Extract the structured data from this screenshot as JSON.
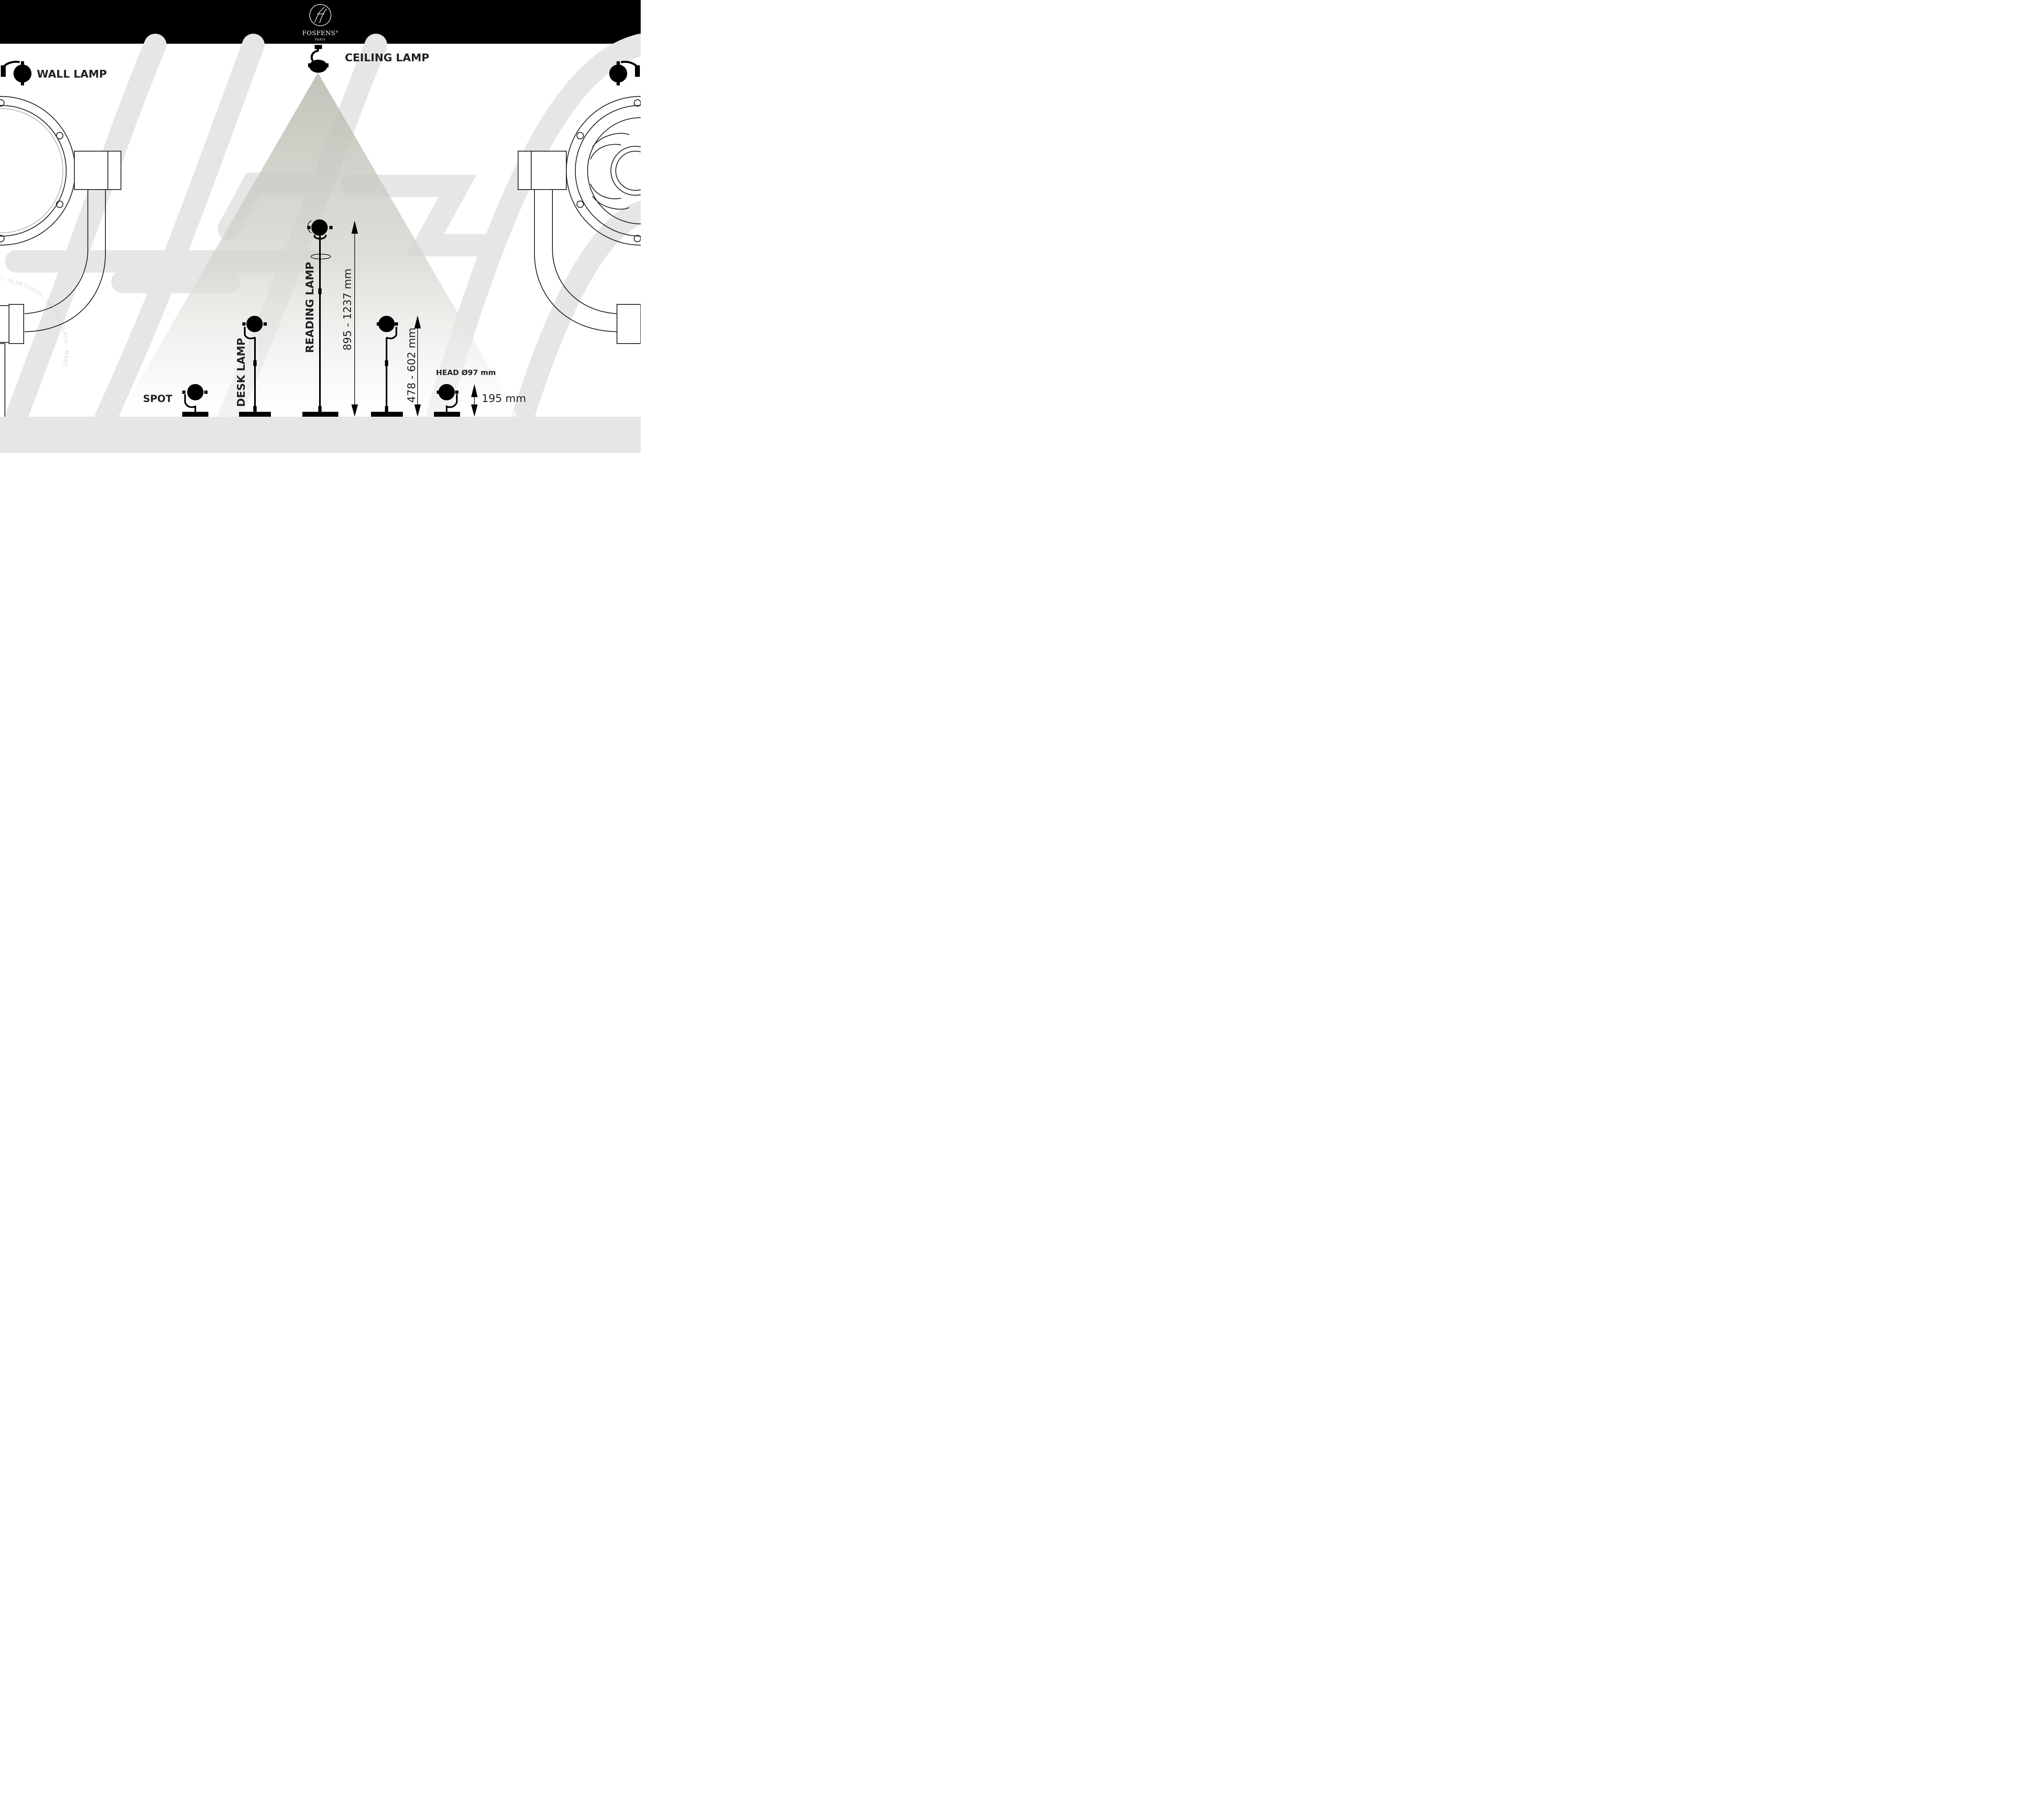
{
  "brand": {
    "name": "FOSFENS",
    "subtitle": "PARIS",
    "trademark": "®"
  },
  "labels": {
    "ceiling_lamp": "CEILING LAMP",
    "wall_lamp": "WALL LAMP",
    "reading_lamp": "READING LAMP",
    "desk_lamp": "DESK LAMP",
    "spot": "SPOT",
    "head": "HEAD Ø97 mm"
  },
  "dimensions": {
    "reading_height": "895 - 1237 mm",
    "desk_height": "478 - 602 mm",
    "spot_height": "195 mm"
  },
  "ring_text": "FOSFENS · MAGICEYE · BLUETOOTH · OPTICAL GLASS · MADE",
  "colors": {
    "header": "#000000",
    "ink": "#231f20",
    "watermark": "#e6e6e6",
    "light_cone": "#bdbcb3",
    "floor": "#e6e6e6"
  }
}
